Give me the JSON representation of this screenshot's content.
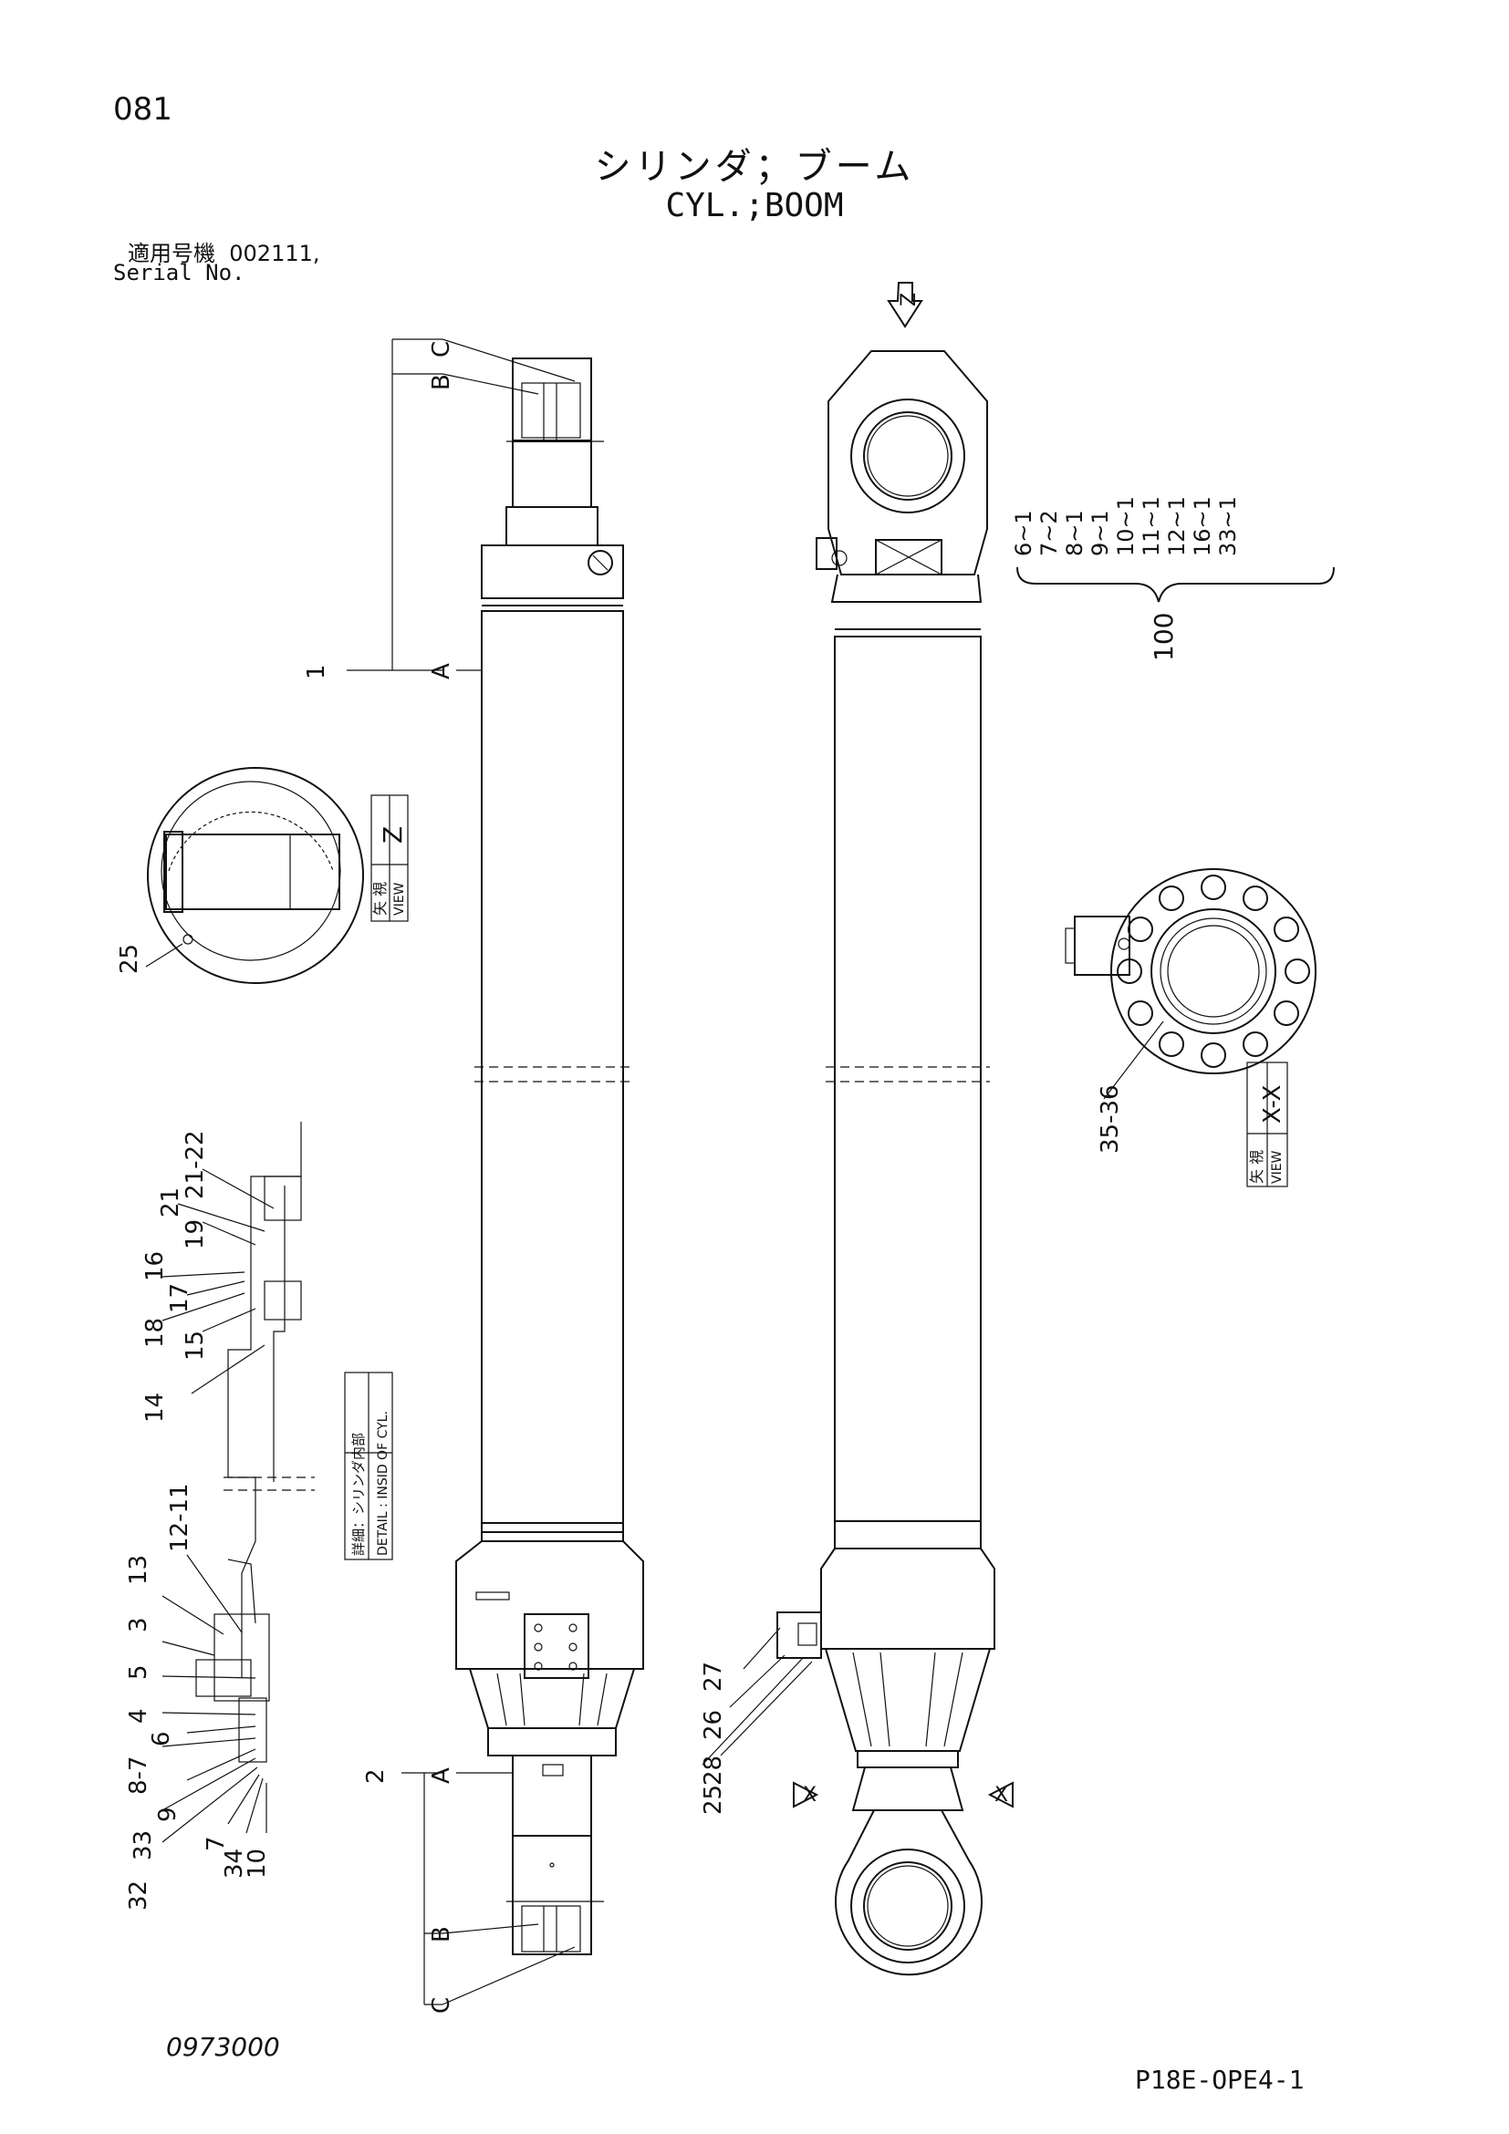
{
  "page_number": "081",
  "title_jp": "シリンダ；ブーム",
  "title_en": "CYL.;BOOM",
  "serial": {
    "label_jp": "適用号機",
    "value": "002111,",
    "label_en": "Serial No."
  },
  "drawing_code": "0973000",
  "page_ref": "P18E-OPE4-1",
  "section_letters": {
    "a": "A",
    "b": "B",
    "c": "C",
    "x": "X",
    "z": "Z"
  },
  "views": {
    "z": {
      "jp": "矢 視",
      "en": "VIEW",
      "id": "Z"
    },
    "xx": {
      "jp": "矢 視",
      "en": "VIEW",
      "id": "X-X"
    },
    "detail": {
      "jp": "詳細：シリンダ内部",
      "en": "DETAIL : INSID OF CYL."
    }
  },
  "callouts": {
    "top": [
      "1",
      "2",
      "25",
      "35-36"
    ],
    "kit_parts": [
      "6~1",
      "7~2",
      "8~1",
      "9~1",
      "10~1",
      "11~1",
      "12~1",
      "16~1",
      "33~1"
    ],
    "kit_number": "100",
    "head": [
      "21-22",
      "21",
      "19",
      "16",
      "17",
      "18",
      "15",
      "14"
    ],
    "rod": [
      "12-11",
      "13",
      "3",
      "5",
      "4",
      "8-7",
      "6",
      "9",
      "33",
      "32",
      "7",
      "34",
      "10"
    ],
    "fitting": [
      "27",
      "26",
      "28",
      "25"
    ]
  }
}
